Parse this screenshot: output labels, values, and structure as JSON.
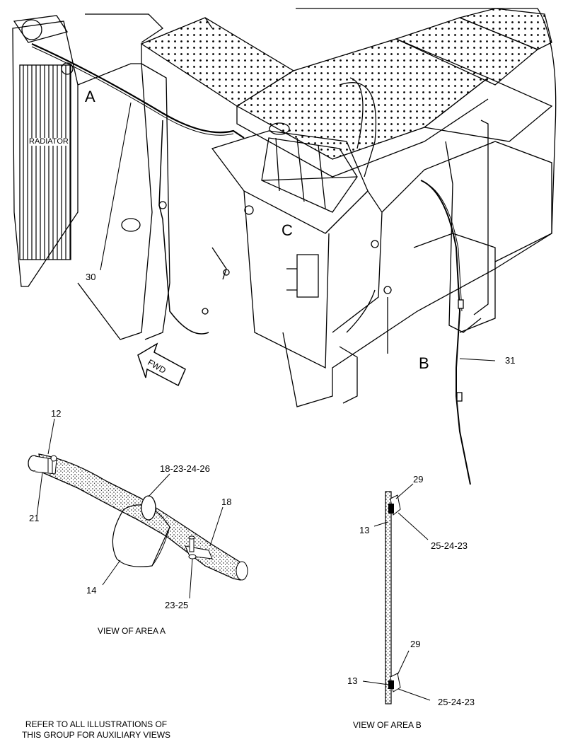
{
  "areas": {
    "a": "A",
    "b": "B",
    "c": "C"
  },
  "labels": {
    "radiator": "RADIATOR",
    "fwd": "FWD",
    "p30": "30",
    "p31": "31",
    "a_12": "12",
    "a_21": "21",
    "a_18_23_24_26": "18-23-24-26",
    "a_18": "18",
    "a_14": "14",
    "a_23_25": "23-25",
    "b_29_top": "29",
    "b_13_top": "13",
    "b_25_24_23_top": "25-24-23",
    "b_29_bot": "29",
    "b_13_bot": "13",
    "b_25_24_23_bot": "25-24-23"
  },
  "captions": {
    "view_a": "VIEW OF AREA  A",
    "view_b": "VIEW OF AREA  B",
    "note_line1": "REFER TO ALL ILLUSTRATIONS OF",
    "note_line2": "THIS GROUP FOR AUXILIARY VIEWS"
  }
}
